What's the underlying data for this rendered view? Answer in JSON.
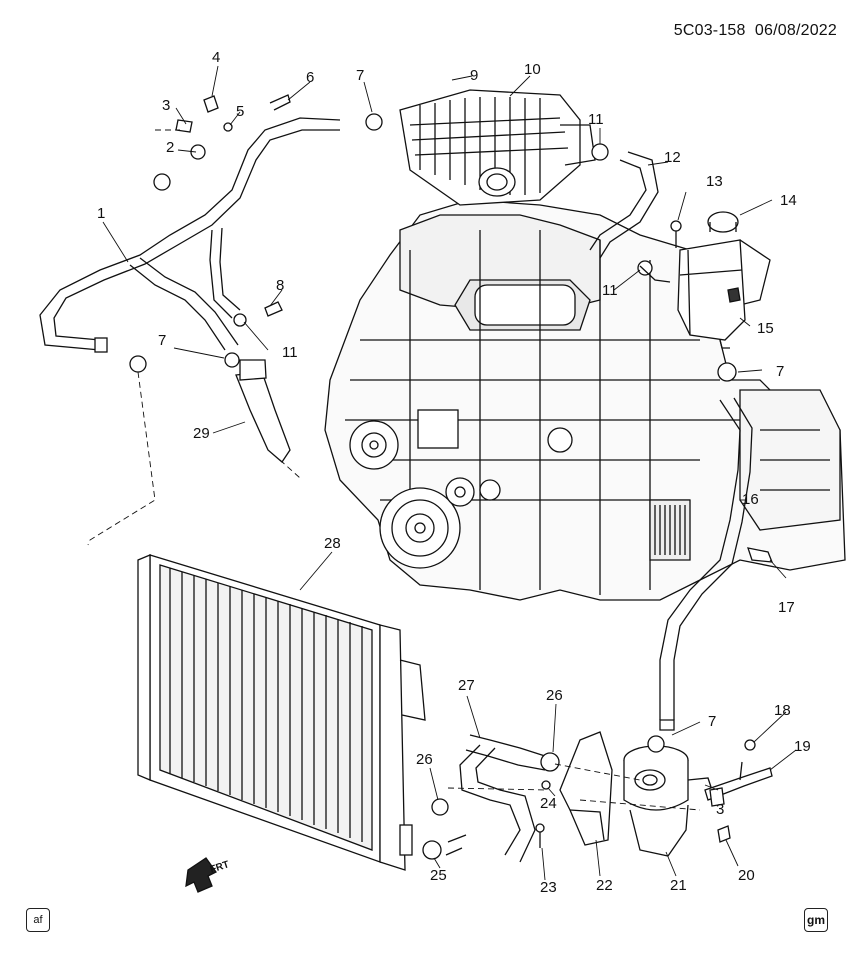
{
  "header": {
    "document_id": "5C03-158",
    "date": "06/08/2022"
  },
  "callouts": [
    {
      "n": "1"
    },
    {
      "n": "2"
    },
    {
      "n": "3"
    },
    {
      "n": "3"
    },
    {
      "n": "4"
    },
    {
      "n": "5"
    },
    {
      "n": "6"
    },
    {
      "n": "7"
    },
    {
      "n": "7"
    },
    {
      "n": "7"
    },
    {
      "n": "7"
    },
    {
      "n": "8"
    },
    {
      "n": "9"
    },
    {
      "n": "10"
    },
    {
      "n": "11"
    },
    {
      "n": "11"
    },
    {
      "n": "11"
    },
    {
      "n": "12"
    },
    {
      "n": "13"
    },
    {
      "n": "14"
    },
    {
      "n": "15"
    },
    {
      "n": "16"
    },
    {
      "n": "17"
    },
    {
      "n": "18"
    },
    {
      "n": "19"
    },
    {
      "n": "20"
    },
    {
      "n": "21"
    },
    {
      "n": "22"
    },
    {
      "n": "23"
    },
    {
      "n": "24"
    },
    {
      "n": "25"
    },
    {
      "n": "26"
    },
    {
      "n": "26"
    },
    {
      "n": "27"
    },
    {
      "n": "28"
    },
    {
      "n": "29"
    }
  ],
  "orientation": {
    "label": "FRT",
    "icon": "front-arrow-icon"
  },
  "footer": {
    "left_badge": "af",
    "right_badge": "gm"
  },
  "colors": {
    "line": "#111111",
    "fill": "#ffffff",
    "shade": "#d9d9d9"
  }
}
